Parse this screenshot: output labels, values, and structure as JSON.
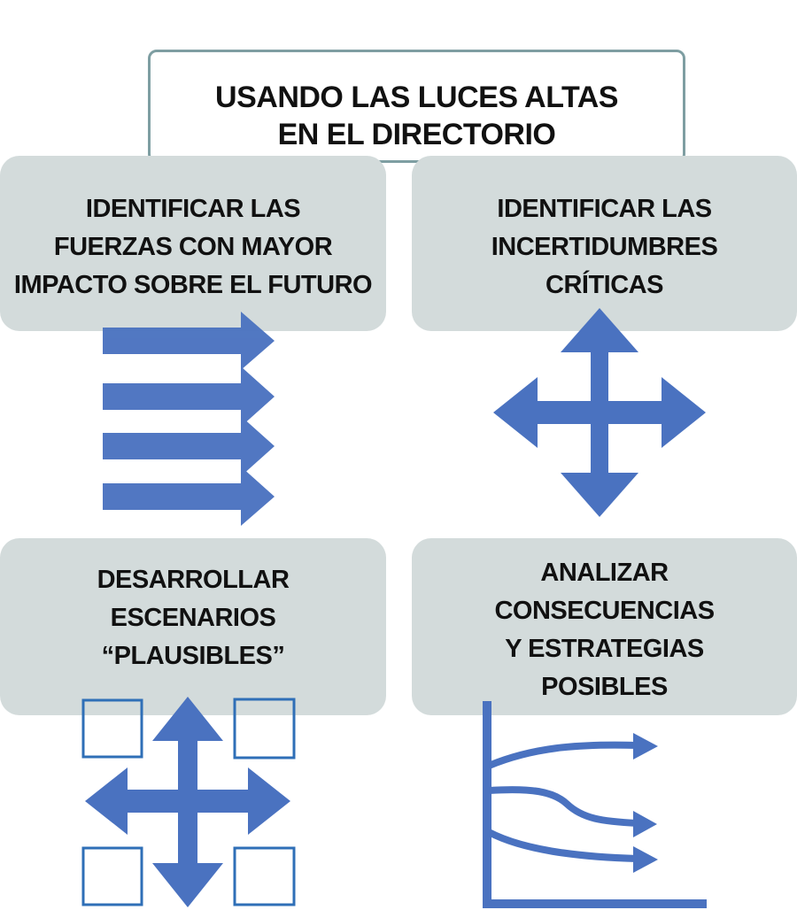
{
  "title": {
    "line1": "USANDO LAS LUCES ALTAS",
    "line2": "EN EL DIRECTORIO"
  },
  "steps": [
    {
      "lines": [
        "IDENTIFICAR LAS",
        "FUERZAS CON MAYOR",
        "IMPACTO SOBRE EL FUTURO"
      ],
      "icon": "parallel-arrows-icon"
    },
    {
      "lines": [
        "IDENTIFICAR LAS",
        "INCERTIDUMBRES",
        "CRÍTICAS"
      ],
      "icon": "four-way-arrow-icon"
    },
    {
      "lines": [
        "DESARROLLAR",
        "ESCENARIOS",
        "“PLAUSIBLES”"
      ],
      "icon": "four-way-arrow-quadrants-icon"
    },
    {
      "lines": [
        "ANALIZAR",
        "CONSECUENCIAS",
        "Y ESTRATEGIAS",
        "POSIBLES"
      ],
      "icon": "diverging-curves-chart-icon"
    }
  ],
  "colors": {
    "arrow_blue": "#4a72c0",
    "square_blue": "#2f6fb7",
    "card_gray": "#d3dbdb",
    "title_border": "#7e9ea2"
  }
}
